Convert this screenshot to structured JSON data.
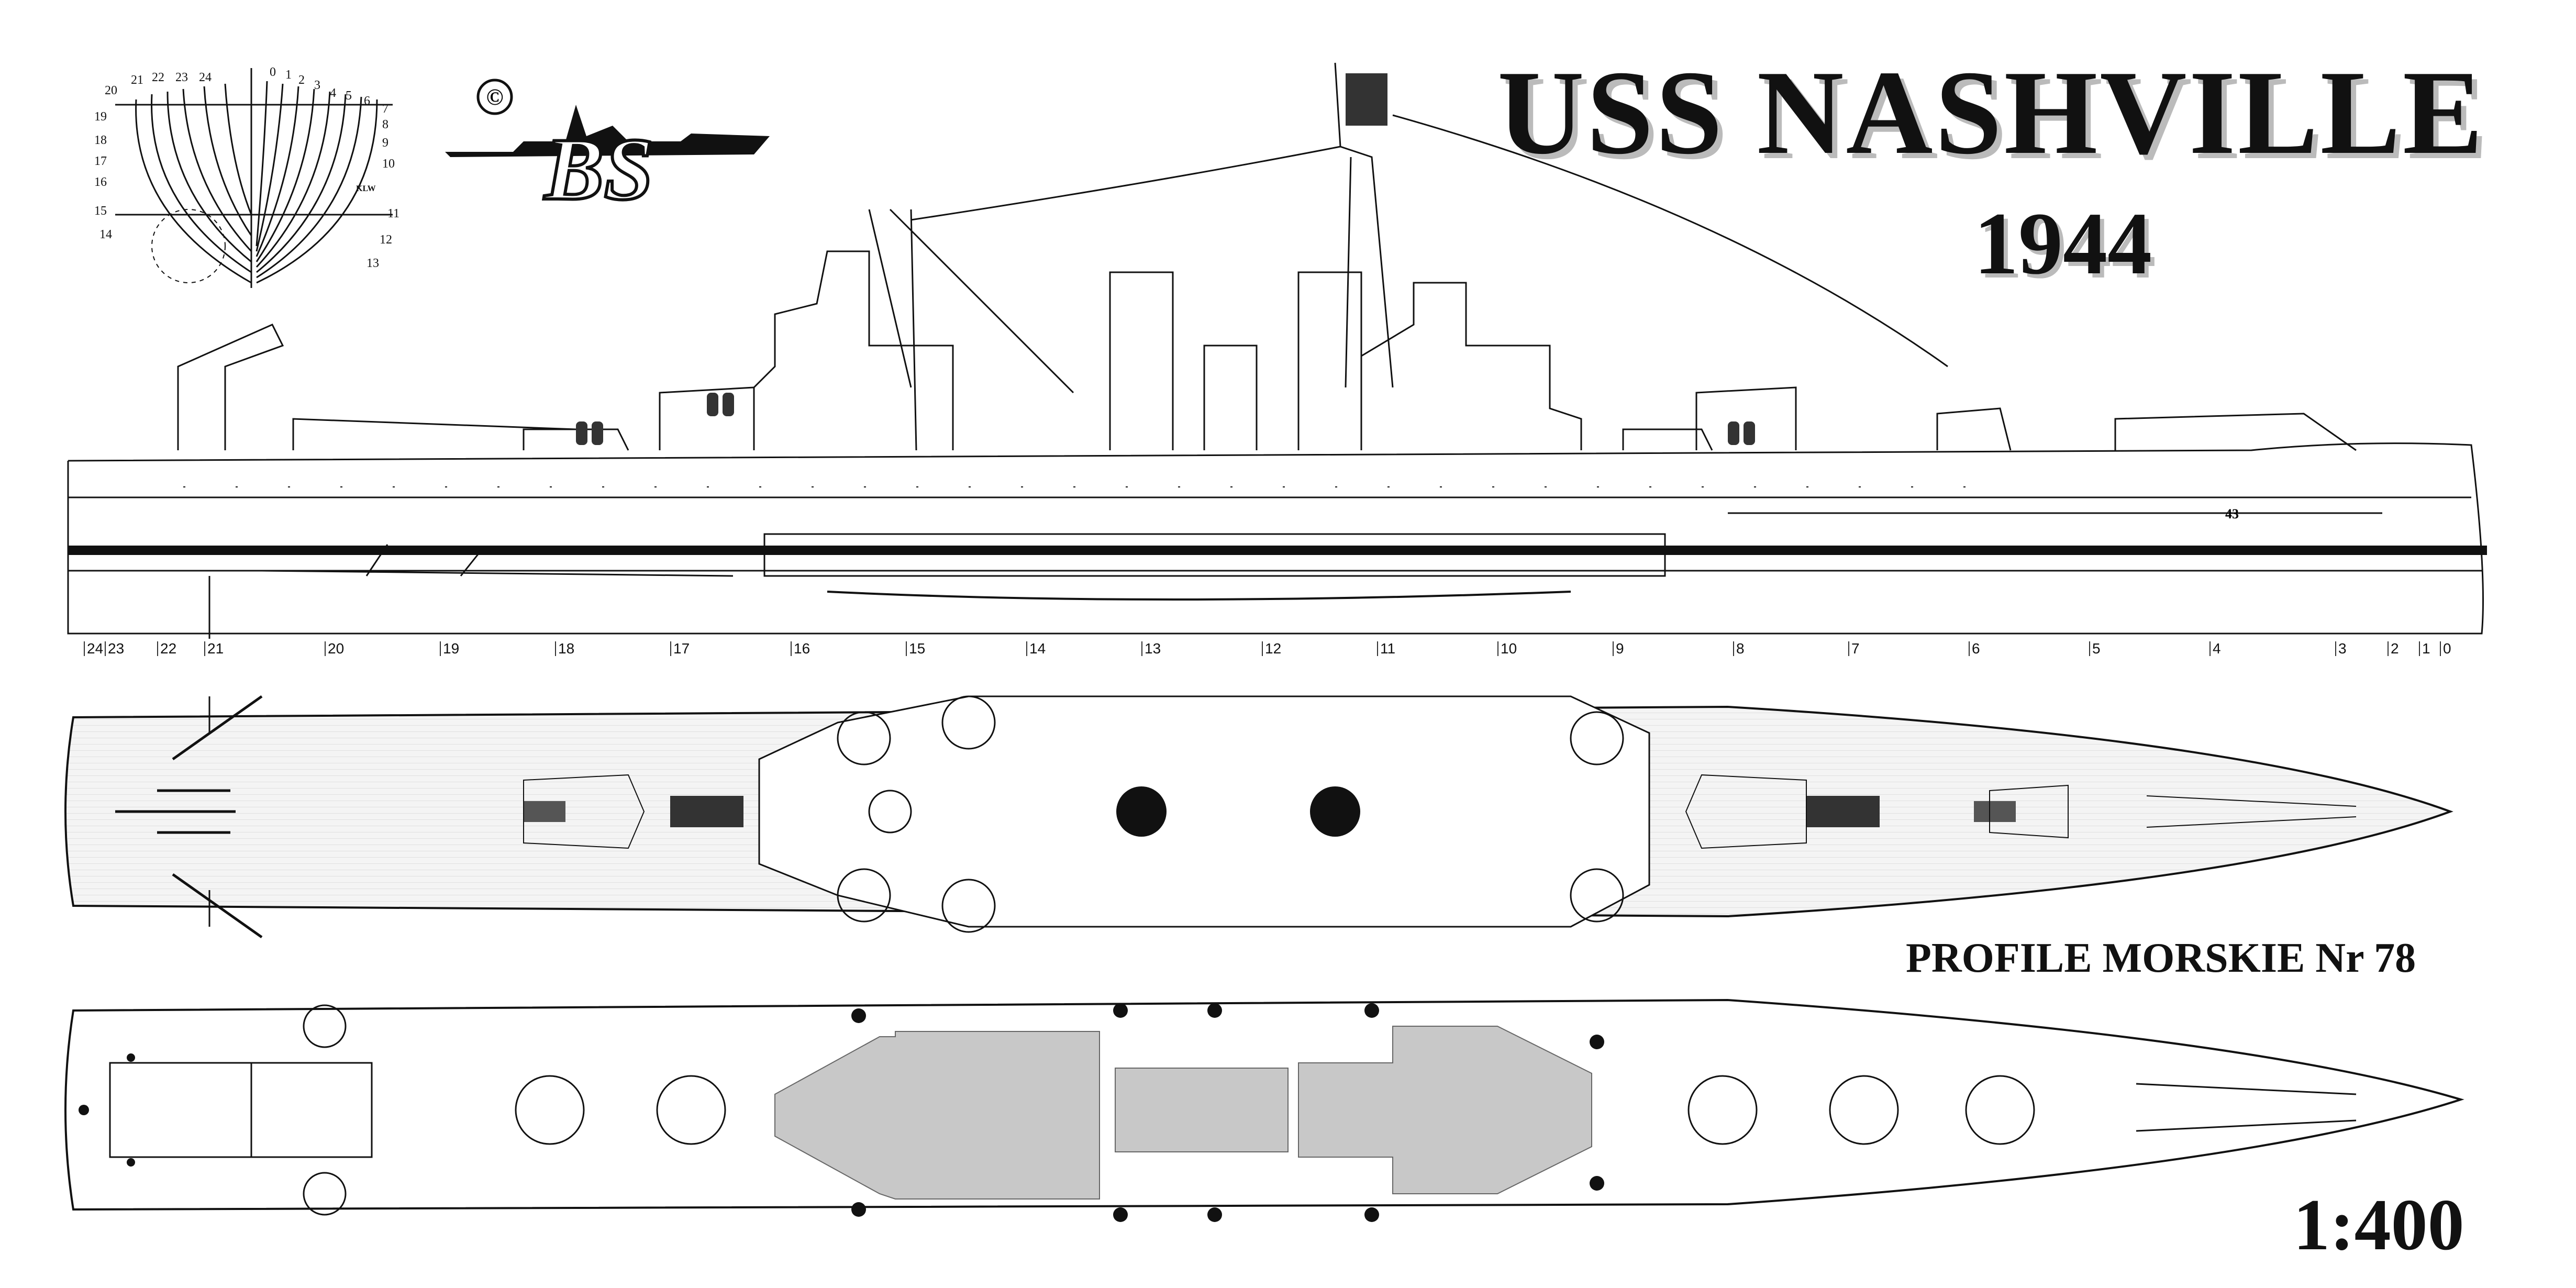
{
  "title": "USS NASHVILLE",
  "year": "1944",
  "series": "PROFILE MORSKIE Nr 78",
  "scale": "1:400",
  "logo": {
    "copyright_symbol": "©",
    "initials": "BS"
  },
  "body_plan": {
    "stations_left": [
      "20",
      "21",
      "22",
      "23",
      "24",
      "19",
      "18",
      "17",
      "16",
      "15",
      "14"
    ],
    "stations_right": [
      "0",
      "1",
      "2",
      "3",
      "4",
      "5",
      "6",
      "7",
      "8",
      "9",
      "10",
      "11",
      "12",
      "13"
    ],
    "waterline_label": "KLW"
  },
  "hull_number": "43",
  "frame_numbers": [
    "24",
    "23",
    "22",
    "21",
    "20",
    "19",
    "18",
    "17",
    "16",
    "15",
    "14",
    "13",
    "12",
    "11",
    "10",
    "9",
    "8",
    "7",
    "6",
    "5",
    "4",
    "3",
    "2",
    "1",
    "0"
  ],
  "views": [
    "side-profile",
    "upper-deck-plan",
    "main-deck-plan"
  ]
}
